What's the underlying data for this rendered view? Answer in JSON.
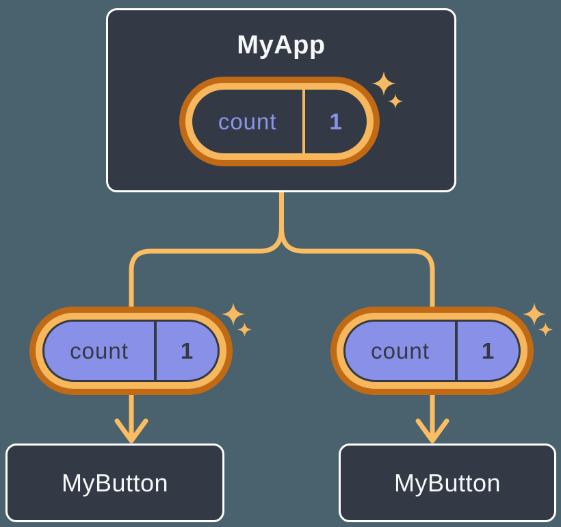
{
  "diagram": {
    "root": {
      "label": "MyApp",
      "pill": {
        "kind": "state",
        "label": "count",
        "value": "1"
      }
    },
    "children": [
      {
        "label": "MyButton",
        "pill": {
          "kind": "prop",
          "label": "count",
          "value": "1"
        }
      },
      {
        "label": "MyButton",
        "pill": {
          "kind": "prop",
          "label": "count",
          "value": "1"
        }
      }
    ]
  },
  "icons": {
    "sparkle": "sparkle-icon"
  },
  "colors": {
    "canvas-bg": "#4A626D",
    "node-bg": "#333A45",
    "node-border": "#FFFFFF",
    "node-text": "#F6F7F9",
    "ring-dark": "#C16A15",
    "ring-light": "#F7B75D",
    "connector": "#FABD62",
    "pill-purple": "#8890E8",
    "state-text": "#8B93EC",
    "pill-dark": "#333A45",
    "sparkle": "#F8BA60"
  }
}
